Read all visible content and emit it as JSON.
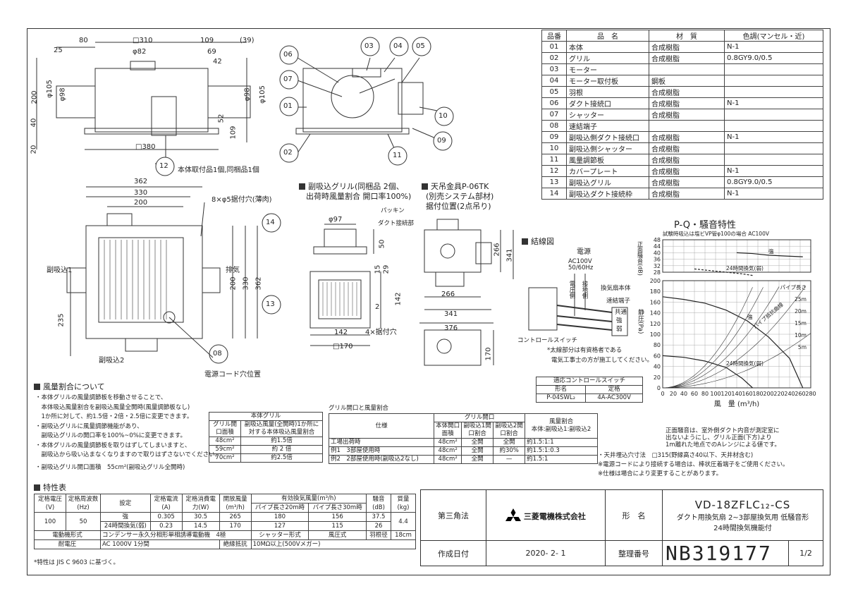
{
  "dims_top": {
    "d80": "80",
    "d25": "25",
    "d310": "□310",
    "d82": "φ82",
    "d109": "109",
    "d39": "(39)",
    "d69": "69",
    "d42": "42",
    "d105a": "φ105",
    "d98a": "φ98",
    "d98b": "φ98",
    "d105b": "φ105",
    "d200": "200",
    "d40": "40",
    "d20": "20",
    "d52": "52",
    "d109v": "109",
    "d380": "□380",
    "note12": "本体取付品1個,同梱品1個"
  },
  "balloons_top": [
    "01",
    "02",
    "03",
    "04",
    "05",
    "06",
    "07",
    "09",
    "10",
    "11",
    "12"
  ],
  "dims_plan": {
    "d362": "362",
    "d330": "330",
    "d200": "200",
    "holes": "8×φ5据付穴(薄肉)",
    "inlet1": "副吸込1",
    "outlet": "排気",
    "inlet2": "副吸込2",
    "d235": "235",
    "v200": "200",
    "v330": "330",
    "v362": "362",
    "cord": "電源コード穴位置",
    "b08": "08"
  },
  "grille_view": {
    "title": "副吸込グリル(同梱品 2個、",
    "title2": "出荷時風量割合 開口率100%)",
    "d97": "φ97",
    "pack": "パッキン",
    "duct": "ダクト接続部",
    "d50": "50",
    "d15": "15",
    "d29": "29",
    "d142": "142",
    "d2": "2",
    "h142": "142",
    "d170": "□170",
    "holes4": "4×据付穴",
    "b14": "14",
    "b13": "13"
  },
  "hanger_view": {
    "title": "天吊金具P-06TK",
    "sub1": "(別売システム部材)",
    "sub2": "据付位置(2点吊り)",
    "d266": "266",
    "d341": "341",
    "w266": "266",
    "w341": "341",
    "w376": "376",
    "d170": "170"
  },
  "wiring": {
    "title": "結線図",
    "power": "電源",
    "ac": "AC100V",
    "hz": "50/60Hz",
    "ground": "接地側",
    "live": "電圧側",
    "unit": "換気扇本体",
    "term": "速結端子",
    "c1": "共通",
    "c2": "強",
    "c3": "弱",
    "sw": "コントロールスイッチ",
    "n1": "*太線部分は有資格者である",
    "n2": "電気工事士の方が施工してください。"
  },
  "switch_table": {
    "caption": "適応コントロールスイッチ",
    "h1": "形名",
    "h2": "定格",
    "v1": "P-04SWL₂",
    "v2": "4A-AC300V"
  },
  "parts": {
    "headers": [
      "品番",
      "品　名",
      "材　質",
      "色調(マンセル・近)"
    ],
    "rows": [
      [
        "01",
        "本体",
        "合成樹脂",
        "N-1"
      ],
      [
        "02",
        "グリル",
        "合成樹脂",
        "0.8GY9.0/0.5"
      ],
      [
        "03",
        "モーター",
        "",
        ""
      ],
      [
        "04",
        "モーター取付板",
        "鋼板",
        ""
      ],
      [
        "05",
        "羽根",
        "合成樹脂",
        ""
      ],
      [
        "06",
        "ダクト接続口",
        "合成樹脂",
        "N-1"
      ],
      [
        "07",
        "シャッター",
        "合成樹脂",
        ""
      ],
      [
        "08",
        "速結端子",
        "",
        ""
      ],
      [
        "09",
        "副吸込側ダクト接続口",
        "合成樹脂",
        "N-1"
      ],
      [
        "10",
        "副吸込側シャッター",
        "合成樹脂",
        ""
      ],
      [
        "11",
        "風量調節板",
        "合成樹脂",
        ""
      ],
      [
        "12",
        "カバープレート",
        "合成樹脂",
        "N-1"
      ],
      [
        "13",
        "副吸込グリル",
        "合成樹脂",
        "0.8GY9.0/0.5"
      ],
      [
        "14",
        "副吸込ダクト接続枠",
        "合成樹脂",
        "N-1"
      ]
    ]
  },
  "chart_data": {
    "type": "line",
    "title": "P-Q・騒音特性",
    "note": "試験時吸込は塩ビVP管φ100の場合 AC100V",
    "xlabel": "風　量 (m³/h)",
    "ylabel_noise": "正面騒音(dB)",
    "ylabel_pressure": "静圧(Pa)",
    "x_ticks": [
      "0",
      "20",
      "40",
      "60",
      "80",
      "100",
      "120",
      "140",
      "160",
      "180",
      "200",
      "220",
      "240",
      "260",
      "280"
    ],
    "noise_ticks": [
      "48",
      "44",
      "40",
      "36",
      "32",
      "28"
    ],
    "pressure_ticks": [
      "200",
      "180",
      "160",
      "140",
      "120",
      "100",
      "80",
      "60",
      "40",
      "20",
      "0"
    ],
    "noise_ylim": [
      28,
      48
    ],
    "pressure_ylim": [
      0,
      200
    ],
    "xlim": [
      0,
      280
    ],
    "noise_series": [
      {
        "name": "強",
        "x": [
          140,
          170,
          200,
          230,
          265
        ],
        "y": [
          40,
          39.5,
          38.5,
          38,
          37.5
        ]
      },
      {
        "name": "24時間換気(弱)",
        "x": [
          60,
          90,
          120,
          150,
          170
        ],
        "y": [
          30,
          29,
          28,
          27,
          26
        ]
      }
    ],
    "pressure_series": [
      {
        "name": "強",
        "x": [
          0,
          40,
          80,
          120,
          160,
          200,
          240,
          265
        ],
        "y": [
          170,
          165,
          158,
          145,
          125,
          95,
          55,
          0
        ]
      },
      {
        "name": "24時間換気(弱)",
        "x": [
          0,
          40,
          80,
          120,
          150,
          170
        ],
        "y": [
          60,
          57,
          50,
          38,
          18,
          0
        ]
      }
    ],
    "pipe_labels": [
      "パイプ長さ",
      "25m",
      "20m",
      "15m",
      "10m",
      "5m"
    ],
    "pipe_resistance_label": "パイプ抵抗曲線",
    "notes": [
      "正面騒音は、室外側ダクト内音が測定室に",
      "出ないようにし、グリル正面(下方)より",
      "1m離れた地点でのAレンジによる値です。"
    ]
  },
  "airflow": {
    "title": "風量割合について",
    "lines": [
      "・本体グリルの風量調節板を移動させることで、",
      "　本体吸込風量割合を副吸込風量全開時(風量調節板なし)",
      "　1か所に対して、約1.5倍・2倍・2.5倍に変更できます。",
      "・副吸込グリルに風量調節機能があり、",
      "　副吸込グリルの開口率を100%~0%に変更できます。",
      "・本体グリルの風量調節板を取りはずしてしまいますと、",
      "　副吸込から吸い込まなくなりますので取りはずさないでください。",
      "・副吸込グリル開口面積　55cm²(副吸込グリル全開時)"
    ]
  },
  "grille_table": {
    "caption": "本体グリル",
    "h1": "グリル開口面積",
    "h2": "副吸込風量(全開時)1か所に対する本体吸込風量割合",
    "rows": [
      [
        "48cm²",
        "約1.5倍"
      ],
      [
        "59cm²",
        "約 2 倍"
      ],
      [
        "70cm²",
        "約2.5倍"
      ]
    ]
  },
  "ratio_table": {
    "caption": "グリル開口と風量割合",
    "h_spec": "仕様",
    "h_grille": "グリル開口",
    "h_main": "本体開口面積",
    "h_s1": "副吸込1開口割合",
    "h_s2": "副吸込2開口割合",
    "h_ratio": "風量割合",
    "h_ratio2": "本体:副吸込1:副吸込2",
    "rows": [
      [
        "工場出荷時",
        "48cm²",
        "全開",
        "全開",
        "約1.5:1:1"
      ],
      [
        "例1　3部屋使用時",
        "48cm²",
        "全開",
        "約30%",
        "約1.5:1:0.3"
      ],
      [
        "例2　2部屋使用時(副吸込2なし)",
        "48cm²",
        "全開",
        "—",
        "約1.5:1"
      ]
    ]
  },
  "ceiling_notes": [
    "・天井埋込穴寸法　□315(野縁高さ40以下、天井材含む)",
    "※電源コードにより接続する場合は、棒状圧着端子をご使用ください。",
    "※仕様は場合により変更することがあります。"
  ],
  "spec": {
    "title": "特性表",
    "h": [
      "定格電圧(V)",
      "定格周波数(Hz)",
      "設定",
      "定格電流(A)",
      "定格消費電力(W)",
      "開放風量(m³/h)",
      "有効換気風量(m³/h)",
      "騒音(dB)",
      "質量(kg)"
    ],
    "h_sub1": "パイプ長さ20m時",
    "h_sub2": "パイプ長さ30m時",
    "voltage": "100",
    "freq": "50",
    "mass": "4.4",
    "rows": [
      [
        "強",
        "0.305",
        "30.5",
        "265",
        "180",
        "156",
        "37.5"
      ],
      [
        "24時間換気(弱)",
        "0.23",
        "14.5",
        "170",
        "127",
        "115",
        "26"
      ]
    ],
    "motor_label": "電動機形式",
    "motor": "コンデンサー永久分相形単相誘導電動機　4極",
    "shutter_label": "シャッター形式",
    "shutter": "風圧式",
    "blade_label": "羽根径",
    "blade": "18cm",
    "withstand_label": "耐電圧",
    "withstand": "AC 1000V 1分間",
    "insul_label": "絶縁抵抗",
    "insul": "10MΩ以上(500Vメガー)",
    "footnote": "*特性は JIS C 9603 に基づく。"
  },
  "titleblock": {
    "angle": "第三角法",
    "company": "三菱電機株式会社",
    "date_label": "作成日付",
    "date": "2020- 2- 1",
    "model_label": "形　名",
    "model": "VD-18ZFLC₁₂-CS",
    "desc1": "ダクト用換気扇 2~3部屋換気用 低騒音形",
    "desc2": "24時間換気機能付",
    "num_label": "整理番号",
    "num": "NB319177",
    "page": "1/2"
  }
}
